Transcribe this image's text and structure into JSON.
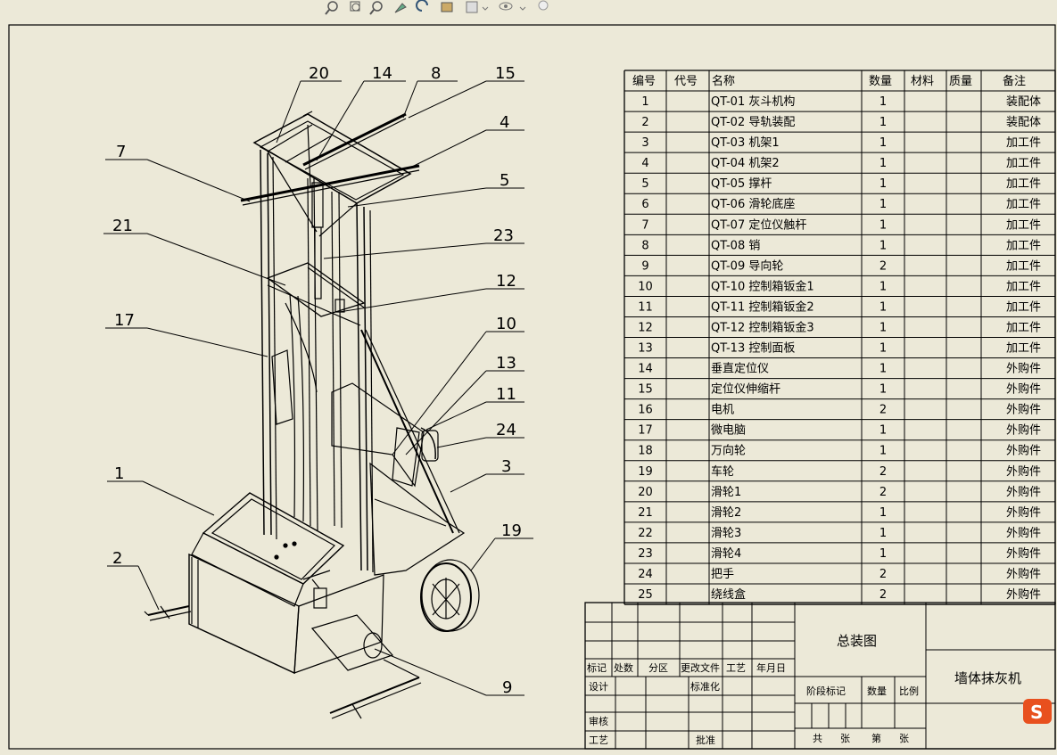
{
  "toolbar": {
    "icons": [
      "zoom-fit-icon",
      "zoom-area-icon",
      "zoom-in-out-icon",
      "pan-icon",
      "rotate-icon",
      "section-view-icon",
      "display-style-icon",
      "hide-show-icon",
      "lighting-icon"
    ]
  },
  "bom": {
    "headers": [
      "编号",
      "代号",
      "名称",
      "数量",
      "材料",
      "质量",
      "备注"
    ],
    "rows": [
      {
        "no": "1",
        "name": "QT-01 灰斗机构",
        "qty": "1",
        "note": "装配体"
      },
      {
        "no": "2",
        "name": "QT-02 导轨装配",
        "qty": "1",
        "note": "装配体"
      },
      {
        "no": "3",
        "name": "QT-03 机架1",
        "qty": "1",
        "note": "加工件"
      },
      {
        "no": "4",
        "name": "QT-04 机架2",
        "qty": "1",
        "note": "加工件"
      },
      {
        "no": "5",
        "name": "QT-05 撑杆",
        "qty": "1",
        "note": "加工件"
      },
      {
        "no": "6",
        "name": "QT-06 滑轮底座",
        "qty": "1",
        "note": "加工件"
      },
      {
        "no": "7",
        "name": "QT-07 定位仪触杆",
        "qty": "1",
        "note": "加工件"
      },
      {
        "no": "8",
        "name": "QT-08 销",
        "qty": "1",
        "note": "加工件"
      },
      {
        "no": "9",
        "name": "QT-09 导向轮",
        "qty": "2",
        "note": "加工件"
      },
      {
        "no": "10",
        "name": "QT-10 控制箱钣金1",
        "qty": "1",
        "note": "加工件"
      },
      {
        "no": "11",
        "name": "QT-11 控制箱钣金2",
        "qty": "1",
        "note": "加工件"
      },
      {
        "no": "12",
        "name": "QT-12 控制箱钣金3",
        "qty": "1",
        "note": "加工件"
      },
      {
        "no": "13",
        "name": "QT-13 控制面板",
        "qty": "1",
        "note": "加工件"
      },
      {
        "no": "14",
        "name": "垂直定位仪",
        "qty": "1",
        "note": "外购件"
      },
      {
        "no": "15",
        "name": "定位仪伸缩杆",
        "qty": "1",
        "note": "外购件"
      },
      {
        "no": "16",
        "name": "电机",
        "qty": "2",
        "note": "外购件"
      },
      {
        "no": "17",
        "name": "微电脑",
        "qty": "1",
        "note": "外购件"
      },
      {
        "no": "18",
        "name": "万向轮",
        "qty": "1",
        "note": "外购件"
      },
      {
        "no": "19",
        "name": "车轮",
        "qty": "2",
        "note": "外购件"
      },
      {
        "no": "20",
        "name": "滑轮1",
        "qty": "2",
        "note": "外购件"
      },
      {
        "no": "21",
        "name": "滑轮2",
        "qty": "1",
        "note": "外购件"
      },
      {
        "no": "22",
        "name": "滑轮3",
        "qty": "1",
        "note": "外购件"
      },
      {
        "no": "23",
        "name": "滑轮4",
        "qty": "1",
        "note": "外购件"
      },
      {
        "no": "24",
        "name": "把手",
        "qty": "2",
        "note": "外购件"
      },
      {
        "no": "25",
        "name": "绕线盒",
        "qty": "2",
        "note": "外购件"
      }
    ]
  },
  "title_block": {
    "rev_labels": [
      "标记",
      "处数",
      "分区",
      "更改文件",
      "工艺",
      "年月日"
    ],
    "design": "设计",
    "standard": "标准化",
    "review": "审核",
    "process": "工艺",
    "approve": "批准",
    "drawing_name": "总装图",
    "product_name": "墙体抹灰机",
    "stage": "阶段标记",
    "weight": "数量",
    "scale": "比例",
    "sheets_total_a": "共",
    "sheets_total_b": "张",
    "sheet_no_a": "第",
    "sheet_no_b": "张"
  },
  "balloons": [
    "20",
    "14",
    "8",
    "15",
    "4",
    "7",
    "5",
    "21",
    "23",
    "12",
    "17",
    "10",
    "13",
    "11",
    "24",
    "1",
    "3",
    "19",
    "2",
    "9"
  ],
  "colors": {
    "line": "#000000",
    "paper": "#ece9d8",
    "logo": "#e8501e"
  },
  "logo": {
    "letter": "S"
  }
}
